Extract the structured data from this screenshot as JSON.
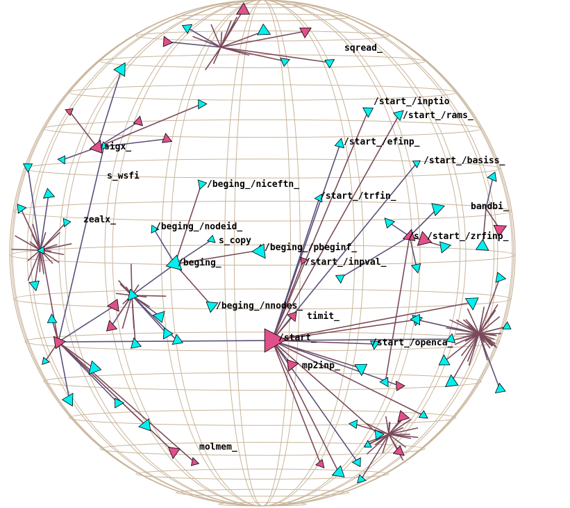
{
  "graph": {
    "colors": {
      "grid": "#c8b49a",
      "edge_a": "#7a4a5a",
      "edge_b": "#5a4f7a",
      "node_cyan": "#00f0f0",
      "node_pink": "#e0508a"
    },
    "labels": {
      "sqread": "sqread_",
      "inptio": "/start_/inptio",
      "rams": "/start_/rams_",
      "efinp": "/start_/efinp_",
      "basiss": "/start_/basiss_",
      "trfin": "/start_/trfin_",
      "bandbi": "bandbi_",
      "s_short": "/s",
      "zrfinp": "/start_/zrfinp_",
      "inpval": "/start_/inpval_",
      "pbeginf": "/beging_/pbeginf_",
      "niceftn": "/beging_/niceftn_",
      "nodeid": "/beging_/nodeid_",
      "s_copy": "s_copy",
      "beging": "/beging_",
      "nnodes": "/beging_/nnodes_",
      "timit": "timit_",
      "start": "/start_",
      "openca": "/start_/openca_",
      "mp2inp": "mp2inp_",
      "molmem": "molmem_",
      "sigx": "sigx_",
      "s_wsfi": "s_wsfi",
      "zealx": "zealx_"
    }
  }
}
